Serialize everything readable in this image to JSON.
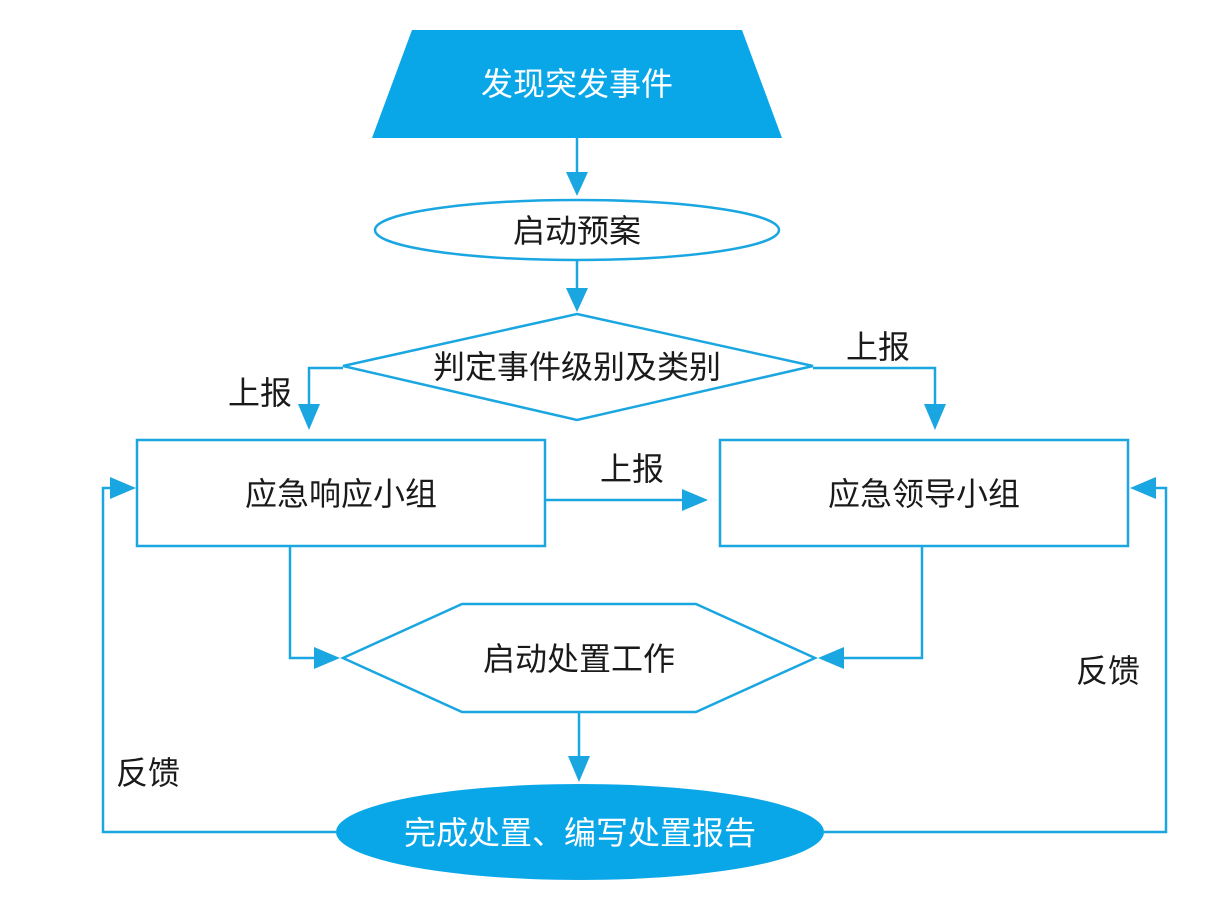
{
  "colors": {
    "accent": "#1aa6e0",
    "fill": "#0aa7e8",
    "text": "#1a1a1a",
    "light_text": "#ffffff"
  },
  "nodes": {
    "discover": "发现突发事件",
    "start_plan": "启动预案",
    "decide": "判定事件级别及类别",
    "response_team": "应急响应小组",
    "leader_team": "应急领导小组",
    "start_handling": "启动处置工作",
    "finish": "完成处置、编写处置报告"
  },
  "edge_labels": {
    "report_left": "上报",
    "report_right": "上报",
    "report_middle": "上报",
    "feedback_left": "反馈",
    "feedback_right": "反馈"
  }
}
